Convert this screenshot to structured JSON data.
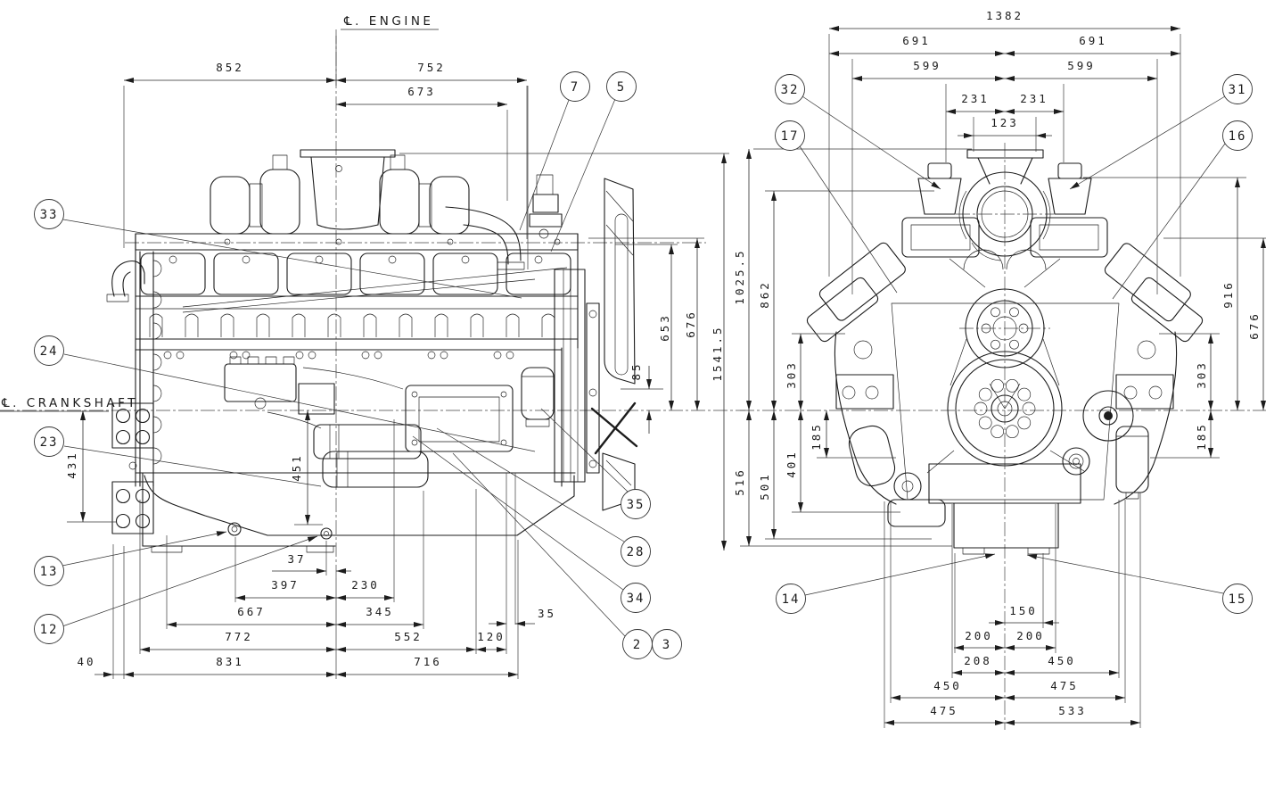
{
  "page": {
    "background": "#ffffff",
    "line_color": "#1c1c1c"
  },
  "labels": {
    "engine_centerline": "℄. ENGINE",
    "crankshaft_centerline": "℄. CRANKSHAFT"
  },
  "dims": {
    "e852": "852",
    "e752": "752",
    "e673": "673",
    "e653": "653",
    "e676": "676",
    "e85": "85",
    "e1541": "1541.5",
    "e431": "431",
    "e451": "451",
    "e37": "37",
    "e397": "397",
    "e230": "230",
    "e667": "667",
    "e345": "345",
    "e35": "35",
    "e772": "772",
    "e552": "552",
    "e120": "120",
    "e40": "40",
    "e831": "831",
    "e716": "716",
    "r1382": "1382",
    "r691a": "691",
    "r691b": "691",
    "r599a": "599",
    "r599b": "599",
    "r231a": "231",
    "r231b": "231",
    "r123": "123",
    "r1025": "1025.5",
    "r862": "862",
    "r303a": "303",
    "r185a": "185",
    "r516": "516",
    "r501": "501",
    "r401": "401",
    "r916": "916",
    "r676": "676",
    "r303b": "303",
    "r185b": "185",
    "b150": "150",
    "b200a": "200",
    "b200b": "200",
    "b208": "208",
    "b450a": "450",
    "b450b": "450",
    "b475a": "475",
    "b475b": "475",
    "b533": "533"
  },
  "callouts": {
    "c33": "33",
    "c24": "24",
    "c23": "23",
    "c13": "13",
    "c12": "12",
    "c7": "7",
    "c5": "5",
    "c35": "35",
    "c28": "28",
    "c34": "34",
    "c2": "2",
    "c3": "3",
    "c32": "32",
    "c17": "17",
    "c31": "31",
    "c16": "16",
    "c14": "14",
    "c15": "15"
  }
}
